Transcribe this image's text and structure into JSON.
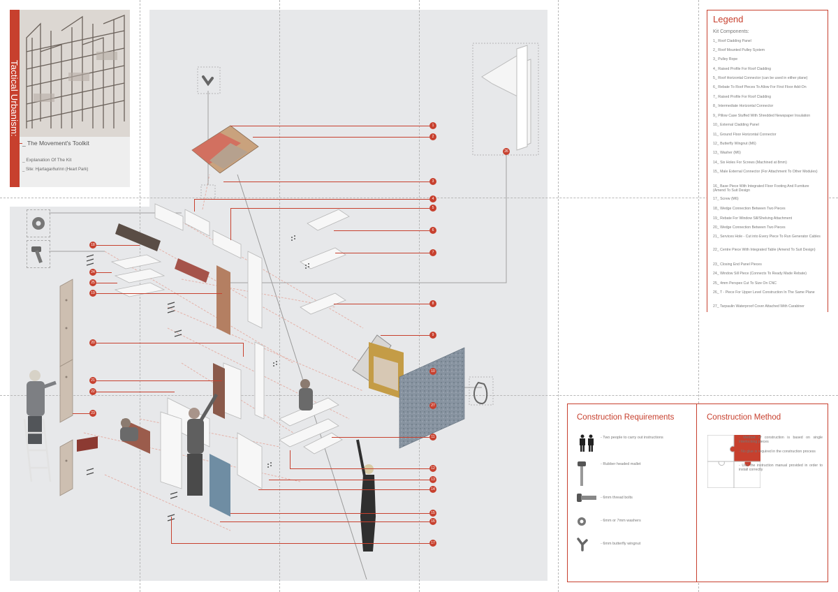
{
  "title_block": {
    "vertical_title": "Tactical Urbanism:",
    "heading": "_ The Movement's Toolkit",
    "lines": [
      "_ Explanation Of The Kit",
      "_ Site: Hjartagarðurinn (Heart Park)"
    ]
  },
  "legend": {
    "title": "Legend",
    "subtitle": "Kit Components:",
    "items": [
      "1_ Roof Cladding Panel",
      "2_ Roof Mounted Pulley System",
      "3_ Pulley Rope",
      "4_ Raised Profile For Roof Cladding",
      "5_ Roof Horizontal Connector (can be used in either plane)",
      "6_ Rebate To Roof Pieces To Allow For First Floor Add-On",
      "7_ Raised Profile For Roof Cladding",
      "8_ Intermediate Horizontal Connector",
      "9_ Pillow Case Stuffed With Shredded Newspaper Insulation",
      "10_ External Cladding Panel",
      "11_ Ground Floor Horizontal Connector",
      "12_ Butterfly Wingnut (M6)",
      "13_ Washer (M6)",
      "14_ Six Holes For Screws (Machined at 8mm)",
      "15_ Male External Connector (For Attachment To Other Modules)",
      "16_ Base Piece With Integrated Floor Footing And Furniture (Amend To Suit Design",
      "17_ Screw (M6)",
      "18_ Wedge Connection Between Two Pieces",
      "19_ Rebate For Window Sill/Shelving Attachment",
      "20_ Wedge Connection Between Two Pieces",
      "21_ Services Hole - Cut into Every Piece To Run Generator Cables",
      "22_ Centre Piece With Integrated Table (Amend To Suit Design)",
      "23_ Closing End Panel Pieces",
      "24_ Window Sill Piece (Connects To Ready Made Rebate)",
      "25_ 4mm Perspex Cut To Size On CNC",
      "26_ T - Piece For Upper Level Construction In The Same Plane",
      "27_ Tarpaulin Waterproof Cover Attached With Carabiner"
    ]
  },
  "construction_requirements": {
    "title": "Construction Requirements",
    "items": [
      {
        "icon": "two-people-icon",
        "text": "- Two people to carry out instructions"
      },
      {
        "icon": "mallet-icon",
        "text": "- Rubber headed mallet"
      },
      {
        "icon": "bolt-icon",
        "text": "- 6mm thread bolts"
      },
      {
        "icon": "washer-icon",
        "text": "- 6mm or 7mm washers"
      },
      {
        "icon": "wingnut-icon",
        "text": "- 6mm butterfly wingnut"
      }
    ]
  },
  "construction_method": {
    "title": "Construction Method",
    "items": [
      "- Method of construction is based on single interlocking pieces",
      "- No glue is required in the construction process",
      "- Use the instruction manual provided in order to install correctly"
    ]
  },
  "callouts": [
    "1",
    "2",
    "3",
    "4",
    "5",
    "6",
    "7",
    "8",
    "9",
    "10",
    "11",
    "12",
    "13",
    "14",
    "15",
    "16",
    "17",
    "18",
    "19",
    "20",
    "21",
    "22",
    "23",
    "24",
    "25",
    "26",
    "27"
  ],
  "colors": {
    "accent": "#c7402e",
    "panel": "#e7e8ea"
  }
}
